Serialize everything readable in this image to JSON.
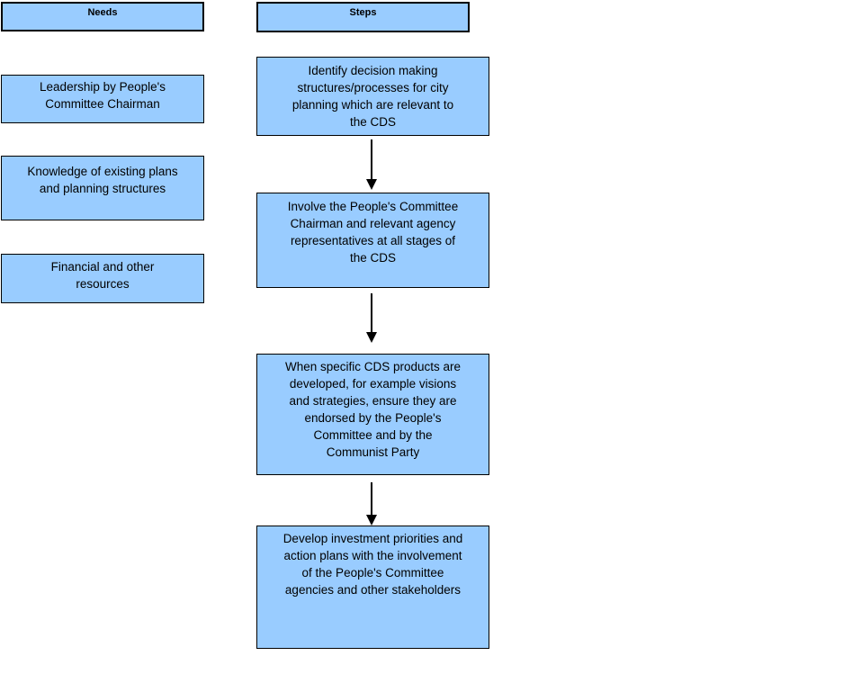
{
  "diagram": {
    "title": "CDS Needs and Steps flowchart",
    "colors": {
      "box_fill": "#99CCFF",
      "box_border": "#000000",
      "text": "#000000",
      "background": "#ffffff"
    },
    "needs": {
      "header": "Needs",
      "items": [
        "Leadership by People's\nCommittee Chairman",
        "Knowledge of existing plans\nand planning structures",
        "Financial and other\nresources"
      ]
    },
    "steps": {
      "header": "Steps",
      "items": [
        "Identify decision making\nstructures/processes for city\nplanning which are relevant to\nthe CDS",
        "Involve the People's Committee\nChairman and relevant agency\nrepresentatives at all stages of\nthe CDS",
        "When specific CDS products are\ndeveloped, for example visions\nand strategies, ensure they are\nendorsed by the People's\nCommittee and by the\nCommunist Party",
        "Develop investment priorities and\naction plans with the involvement\nof the People's Committee\nagencies and other stakeholders"
      ]
    }
  }
}
